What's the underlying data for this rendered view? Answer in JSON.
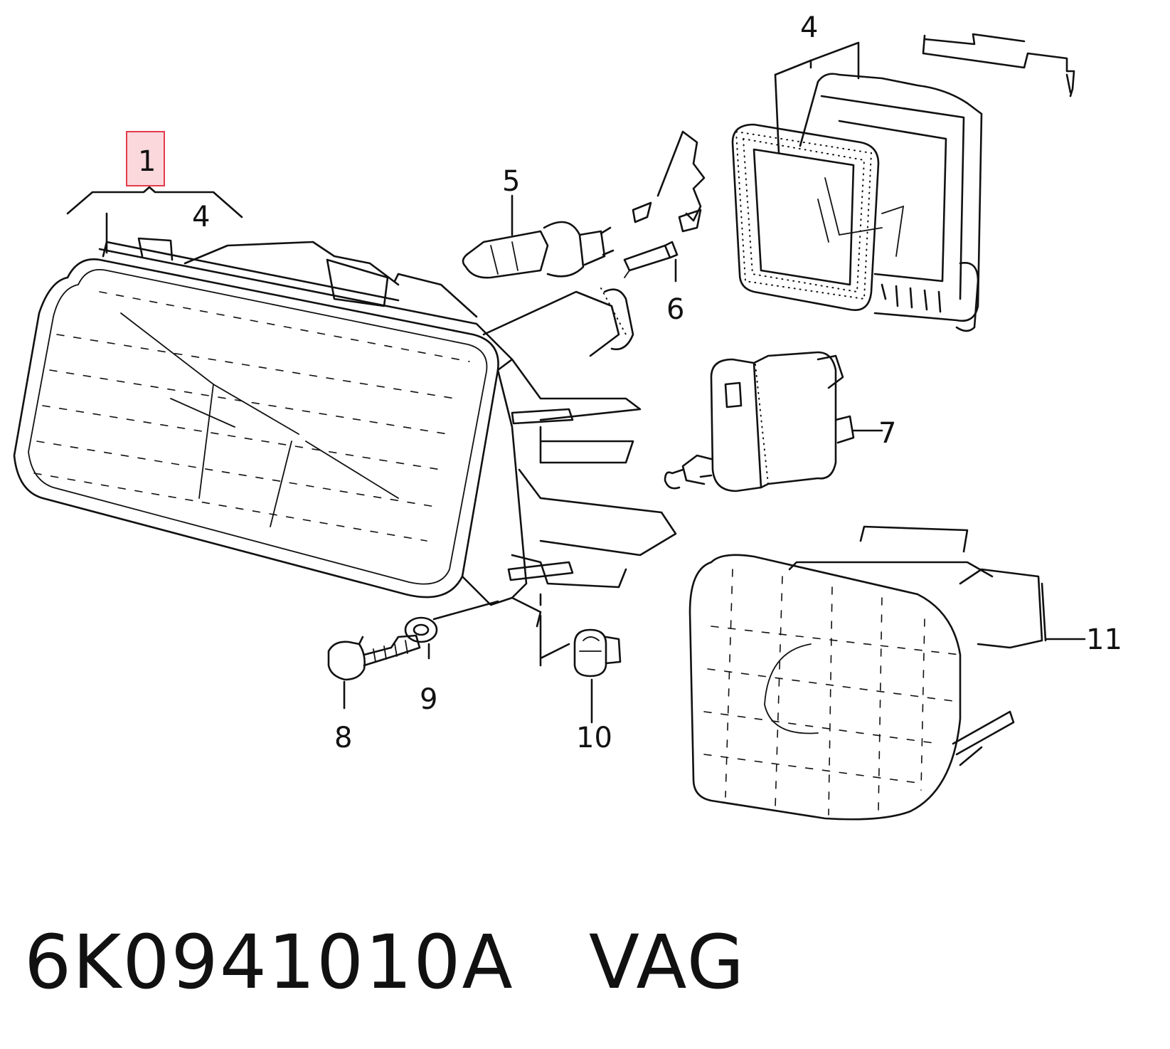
{
  "diagram": {
    "callouts": {
      "c1": "1",
      "c4_left": "4",
      "c4_top": "4",
      "c5": "5",
      "c6": "6",
      "c7": "7",
      "c8": "8",
      "c9": "9",
      "c10": "10",
      "c11": "11"
    },
    "highlighted_callout": "1",
    "highlight_color": "#e23b4a",
    "highlight_fill": "#fbd8dc",
    "line_color": "#111111"
  },
  "caption": {
    "part_number": "6K0941010A",
    "brand": "VAG"
  }
}
